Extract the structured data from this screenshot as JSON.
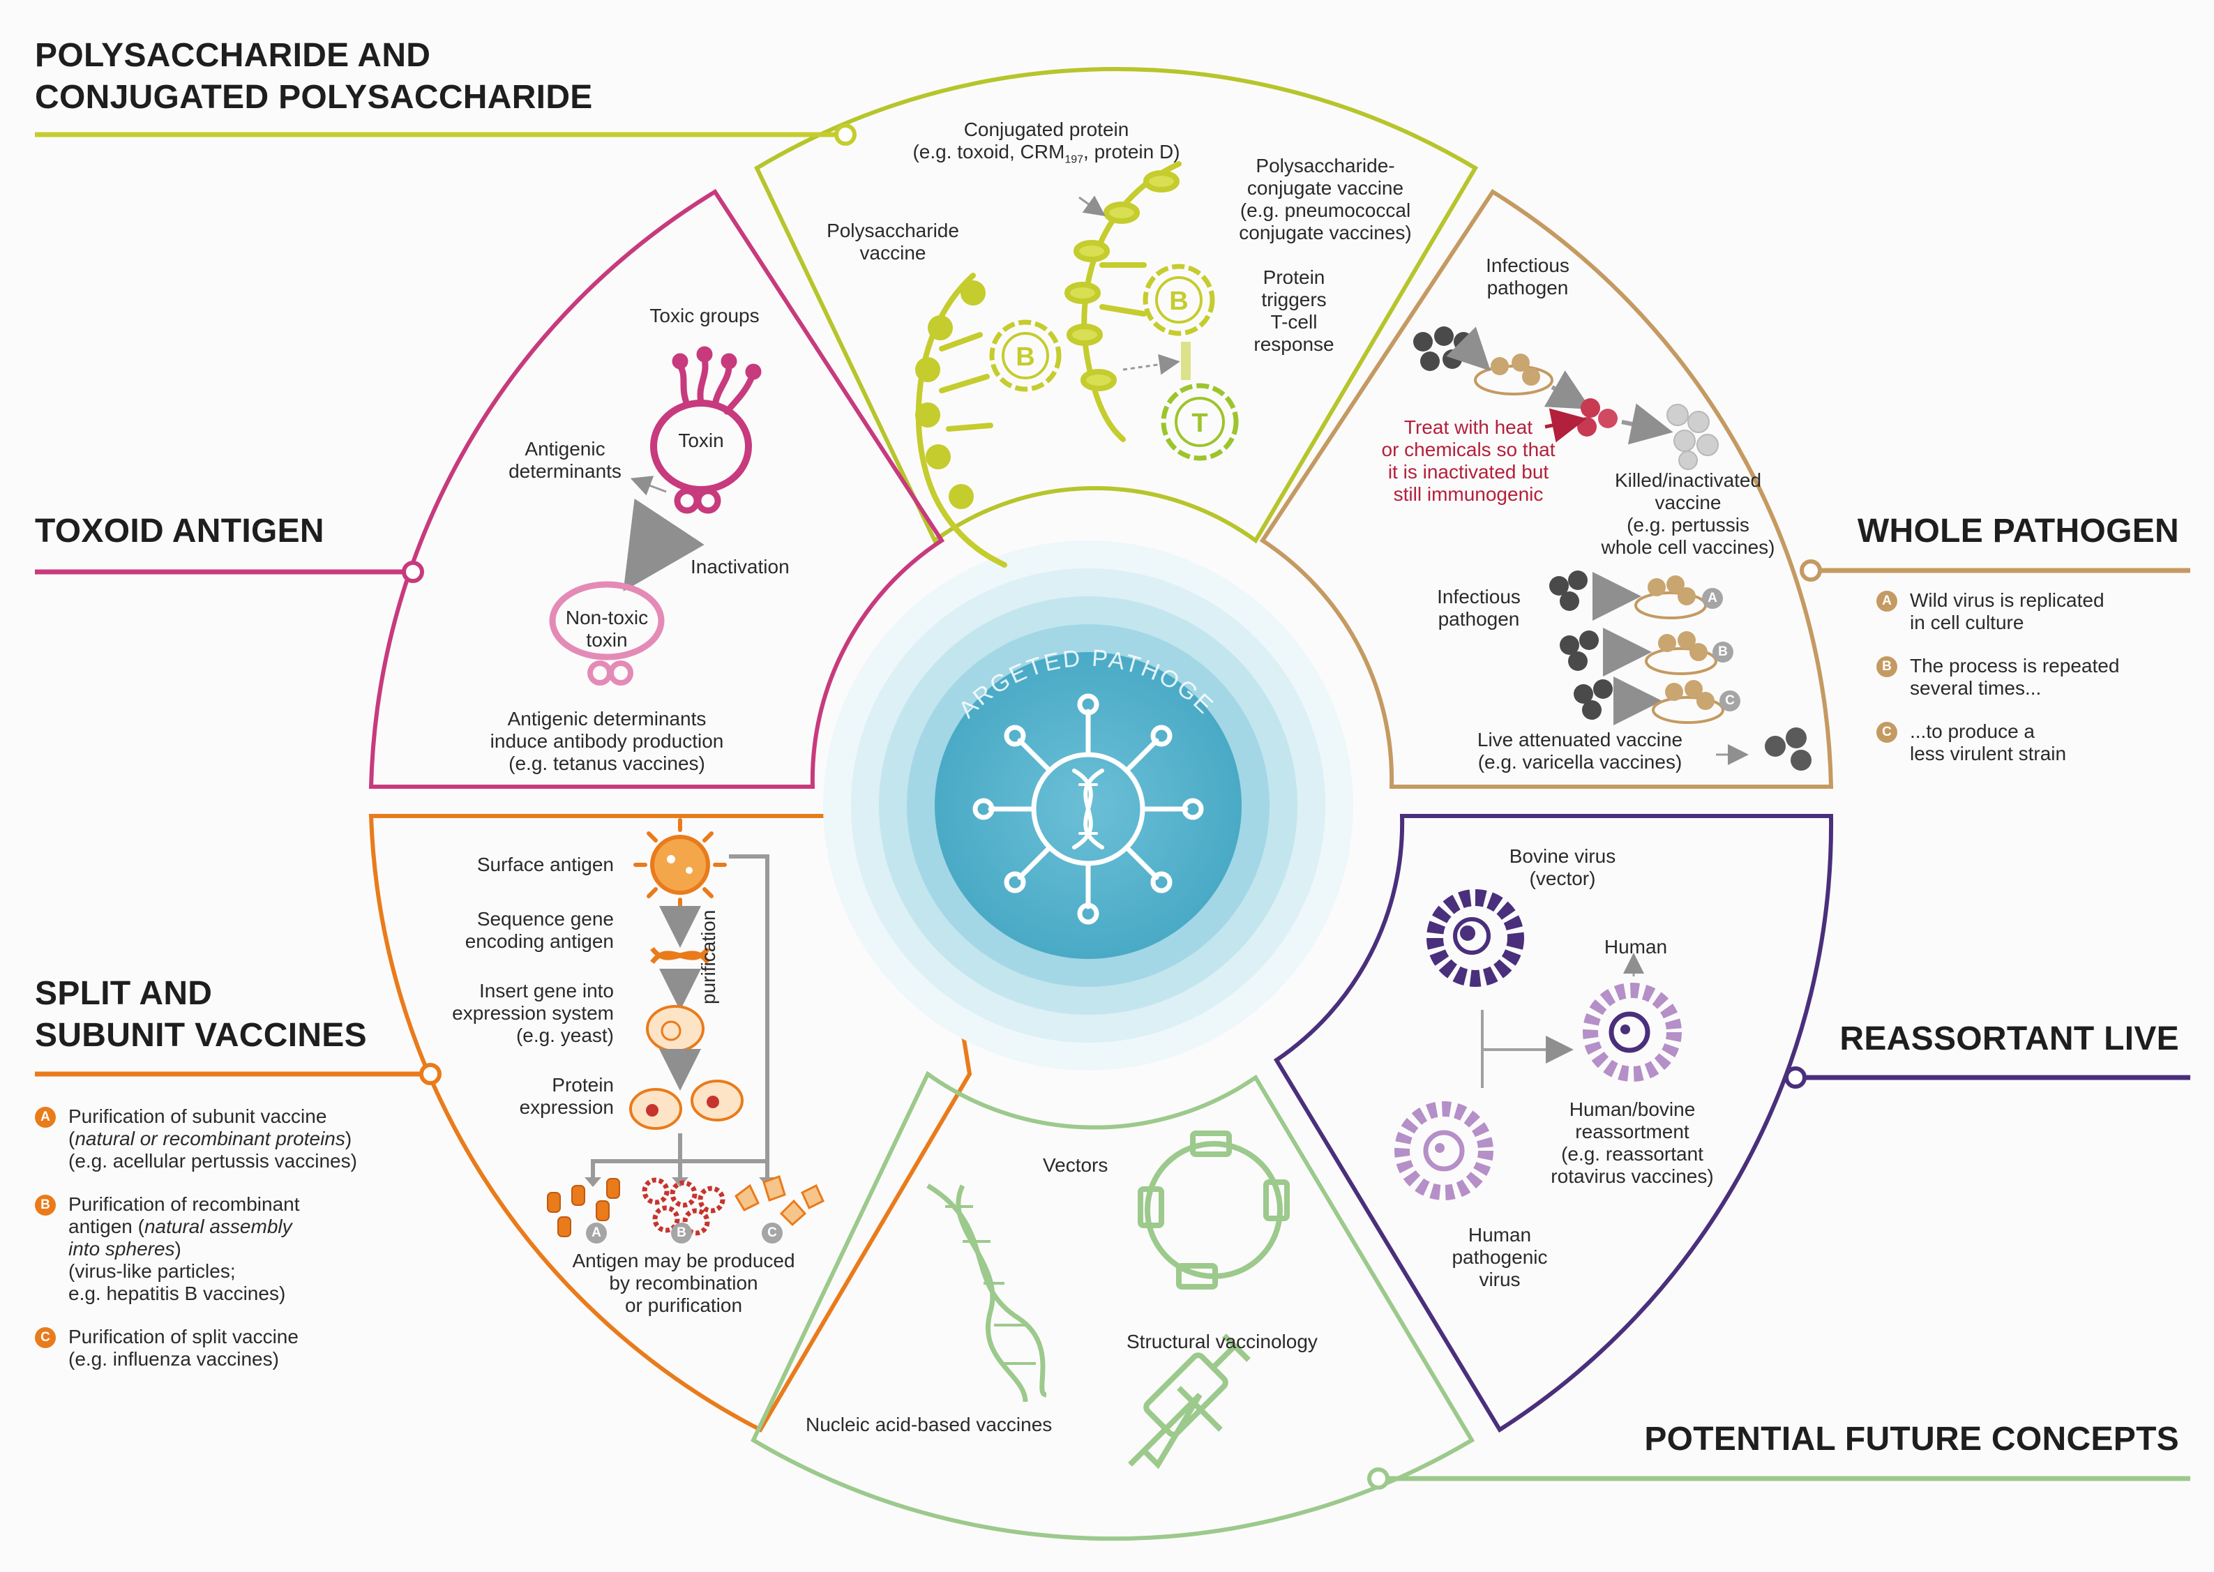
{
  "colors": {
    "polysaccharide": "#c5cc2e",
    "toxoid": "#c73a7d",
    "whole": "#c49a62",
    "split": "#e97b1b",
    "reassortant": "#4a2f7c",
    "future": "#9cc98c",
    "center": "#5fb6cf",
    "inactivation_text": "#b3203b"
  },
  "center": {
    "title": "TARGETED PATHOGEN",
    "icon": "virus-icon"
  },
  "sections": {
    "polysaccharide": {
      "heading_line1": "POLYSACCHARIDE AND",
      "heading_line2": "CONJUGATED POLYSACCHARIDE",
      "conjugated_protein_l1": "Conjugated protein",
      "conjugated_protein_l2": "(e.g. toxoid, CRM",
      "conjugated_protein_sub": "197",
      "conjugated_protein_l2b": ", protein D)",
      "poly_vaccine_l1": "Polysaccharide",
      "poly_vaccine_l2": "vaccine",
      "conj_vaccine_l1": "Polysaccharide-",
      "conj_vaccine_l2": "conjugate vaccine",
      "conj_vaccine_l3": "(e.g. pneumococcal",
      "conj_vaccine_l4": "conjugate vaccines)",
      "protein_l1": "Protein",
      "protein_l2": "triggers",
      "protein_l3": "T-cell",
      "protein_l4": "response",
      "b_label": "B",
      "t_label": "T"
    },
    "toxoid": {
      "heading": "TOXOID ANTIGEN",
      "toxic_groups": "Toxic groups",
      "antigenic_l1": "Antigenic",
      "antigenic_l2": "determinants",
      "toxin": "Toxin",
      "inactivation": "Inactivation",
      "nontoxic_l1": "Non-toxic",
      "nontoxic_l2": "toxin",
      "bottom_l1": "Antigenic determinants",
      "bottom_l2": "induce antibody production",
      "bottom_l3": "(e.g. tetanus vaccines)"
    },
    "whole": {
      "heading": "WHOLE PATHOGEN",
      "infectious_l1": "Infectious",
      "infectious_l2": "pathogen",
      "treat_l1": "Treat with heat",
      "treat_l2": "or chemicals so that",
      "treat_l3": "it is inactivated but",
      "treat_l4": "still immunogenic",
      "killed_l1": "Killed/inactivated",
      "killed_l2": "vaccine",
      "killed_l3": "(e.g. pertussis",
      "killed_l4": "whole cell vaccines)",
      "infectious2_l1": "Infectious",
      "infectious2_l2": "pathogen",
      "live_l1": "Live attenuated vaccine",
      "live_l2": "(e.g. varicella vaccines)",
      "steps": [
        "A",
        "B",
        "C"
      ],
      "list": [
        {
          "badge": "A",
          "l1": "Wild virus is replicated",
          "l2": "in cell culture"
        },
        {
          "badge": "B",
          "l1": "The process is repeated",
          "l2": "several times..."
        },
        {
          "badge": "C",
          "l1": "...to produce a",
          "l2": "less virulent strain"
        }
      ]
    },
    "split": {
      "heading_line1": "SPLIT AND",
      "heading_line2": "SUBUNIT VACCINES",
      "surface_antigen": "Surface antigen",
      "sequence_l1": "Sequence gene",
      "sequence_l2": "encoding antigen",
      "insert_l1": "Insert gene into",
      "insert_l2": "expression system",
      "insert_l3": "(e.g. yeast)",
      "protein_l1": "Protein",
      "protein_l2": "expression",
      "purification": "purification",
      "antigen_l1": "Antigen may be produced",
      "antigen_l2": "by recombination",
      "antigen_l3": "or purification",
      "steps": [
        "A",
        "B",
        "C"
      ],
      "list": [
        {
          "badge": "A",
          "l1": "Purification of subunit vaccine",
          "l2i": "natural or recombinant proteins",
          "l3": "(e.g. acellular pertussis vaccines)"
        },
        {
          "badge": "B",
          "l1": "Purification of recombinant",
          "l2a": "antigen (",
          "l2i": "natural assembly",
          "l3i": "into spheres",
          "l3b": ")",
          "l4": "(virus-like particles;",
          "l5": "e.g. hepatitis B vaccines)"
        },
        {
          "badge": "C",
          "l1": "Purification of split vaccine",
          "l2": "(e.g. influenza vaccines)"
        }
      ]
    },
    "reassortant": {
      "heading": "REASSORTANT LIVE",
      "bovine_l1": "Bovine virus",
      "bovine_l2": "(vector)",
      "human": "Human",
      "hb_l1": "Human/bovine",
      "hb_l2": "reassortment",
      "hb_l3": "(e.g. reassortant",
      "hb_l4": "rotavirus vaccines)",
      "hp_l1": "Human",
      "hp_l2": "pathogenic",
      "hp_l3": "virus"
    },
    "future": {
      "heading": "POTENTIAL FUTURE CONCEPTS",
      "vectors": "Vectors",
      "structural": "Structural vaccinology",
      "nucleic": "Nucleic acid-based vaccines"
    }
  }
}
